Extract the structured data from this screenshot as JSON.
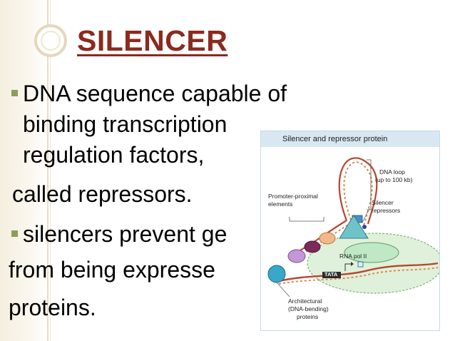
{
  "slide": {
    "title": "SILENCER",
    "lines": [
      "DNA sequence capable of",
      "binding transcription",
      "regulation factors,",
      "called repressors.",
      "silencers prevent ge",
      "from being expresse",
      "proteins."
    ]
  },
  "figure": {
    "title": "Silencer and repressor protein",
    "labels": {
      "dna_loop": "DNA loop",
      "dna_loop_size": "(up to 100 kb)",
      "promoter_1": "Promoter-proximal",
      "promoter_2": "elements",
      "silencer_1": "Silencer",
      "silencer_2": "repressors",
      "rna_pol": "RNA pol II",
      "tata": "TATA",
      "arch_1": "Architectural",
      "arch_2": "(DNA-bending)",
      "arch_3": "proteins"
    }
  },
  "colors": {
    "title": "#8b2a1e",
    "bullet": "#8e9c5b",
    "figure_header": "#d7e8f3"
  }
}
